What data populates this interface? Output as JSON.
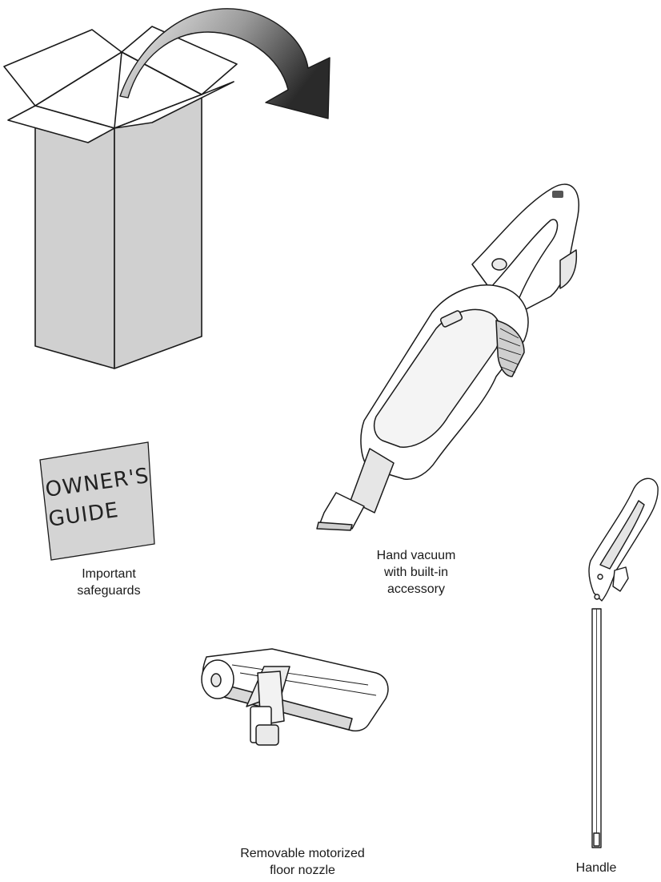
{
  "booklet": {
    "line1": "OWNER'S",
    "line2": "GUIDE",
    "cover_color": "#d4d4d4"
  },
  "captions": {
    "safeguards": [
      "Important",
      "safeguards"
    ],
    "hand_vacuum": [
      "Hand vacuum",
      "with built-in",
      "accessory"
    ],
    "floor_nozzle": [
      "Removable motorized",
      "floor nozzle"
    ],
    "handle": "Handle"
  },
  "colors": {
    "box_fill": "#d0d0d0",
    "outline": "#1a1a1a",
    "arrow_dark": "#2a2a2a",
    "arrow_light": "#f2f2f2"
  },
  "icons": [
    "box-icon",
    "arrow-icon",
    "owners-guide-icon",
    "hand-vacuum-icon",
    "handle-icon",
    "floor-nozzle-icon"
  ]
}
